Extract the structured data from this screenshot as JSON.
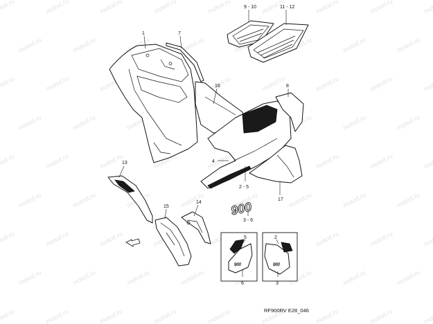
{
  "diagram": {
    "code": "RF900RV E28_046",
    "watermark": "motod.ru",
    "callouts": {
      "c1": "1",
      "c7": "7",
      "c9_10": "9 - 10",
      "c11_12": "11 - 12",
      "c8": "8",
      "c16": "16",
      "c4": "4",
      "c2_5": "2 - 5",
      "c17": "17",
      "c13": "13",
      "c3_6": "3 - 6",
      "c14": "14",
      "c15": "15",
      "c5": "5",
      "c2": "2",
      "c6": "6",
      "c3": "3"
    },
    "badge_text": "900"
  }
}
